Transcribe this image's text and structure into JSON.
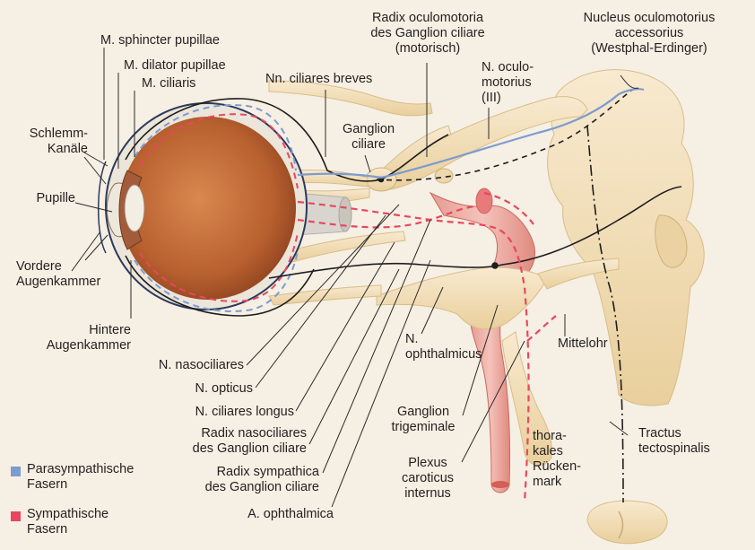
{
  "labels": {
    "sphincter": "M. sphincter pupillae",
    "dilator": "M. dilator pupillae",
    "ciliaris": "M. ciliaris",
    "schlemm_1": "Schlemm-",
    "schlemm_2": "Kanäle",
    "pupille": "Pupille",
    "vordere_1": "Vordere",
    "vordere_2": "Augenkammer",
    "hintere_1": "Hintere",
    "hintere_2": "Augenkammer",
    "breves": "Nn. ciliares breves",
    "radix_ocmot_1": "Radix oculomotoria",
    "radix_ocmot_2": "des Ganglion ciliare",
    "radix_ocmot_3": "(motorisch)",
    "nucleus_1": "Nucleus oculomotorius",
    "nucleus_2": "accessorius",
    "nucleus_3": "(Westphal-Erdinger)",
    "oculomotorius_1": "N. oculo-",
    "oculomotorius_2": "motorius",
    "oculomotorius_3": "(III)",
    "ganglion_ciliare_1": "Ganglion",
    "ganglion_ciliare_2": "ciliare",
    "nasociliares": "N. nasociliares",
    "opticus": "N. opticus",
    "longus": "N. ciliares longus",
    "radix_naso_1": "Radix nasociliares",
    "radix_naso_2": "des Ganglion ciliare",
    "radix_symp_1": "Radix sympathica",
    "radix_symp_2": "des Ganglion ciliare",
    "ophthalmica": "A. ophthalmica",
    "ophthalmicus_1": "N.",
    "ophthalmicus_2": "ophthalmicus",
    "mittelohr": "Mittelohr",
    "trigeminale_1": "Ganglion",
    "trigeminale_2": "trigeminale",
    "plexus_1": "Plexus",
    "plexus_2": "caroticus",
    "plexus_3": "internus",
    "thorakales_1": "thora-",
    "thorakales_2": "kales",
    "thorakales_3": "Rücken-",
    "thorakales_4": "mark",
    "tectospinalis_1": "Tractus",
    "tectospinalis_2": "tectospinalis"
  },
  "legend": {
    "parasym_1": "Parasympathische",
    "parasym_2": "Fasern",
    "sym_1": "Sympathische",
    "sym_2": "Fasern"
  },
  "colors": {
    "parasympathetic": "#7c9bd1",
    "sympathetic": "#e8475f",
    "nerve": "#f3dfb6",
    "eyeball": "#c1703e",
    "background": "#f6efe3"
  }
}
